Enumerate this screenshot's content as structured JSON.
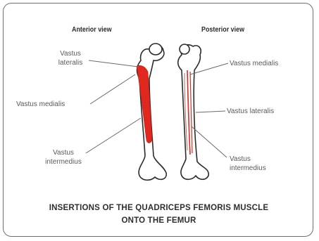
{
  "views": {
    "anterior": "Anterior view",
    "posterior": "Posterior view"
  },
  "labels": {
    "anterior_vastus_lateralis": "Vastus\nlateralis",
    "anterior_vastus_medialis": "Vastus medialis",
    "anterior_vastus_intermedius": "Vastus\nintermedius",
    "posterior_vastus_medialis": "Vastus medialis",
    "posterior_vastus_lateralis": "Vastus lateralis",
    "posterior_vastus_intermedius": "Vastus\nintermedius"
  },
  "caption": {
    "line1": "INSERTIONS OF THE QUADRICEPS FEMORIS MUSCLE",
    "line2": "ONTO THE FEMUR"
  },
  "colors": {
    "muscle_red": "#e0281f",
    "bone_outline": "#2b2b2b",
    "leader_line": "#6a6a6a",
    "border": "#6f6f6f"
  }
}
